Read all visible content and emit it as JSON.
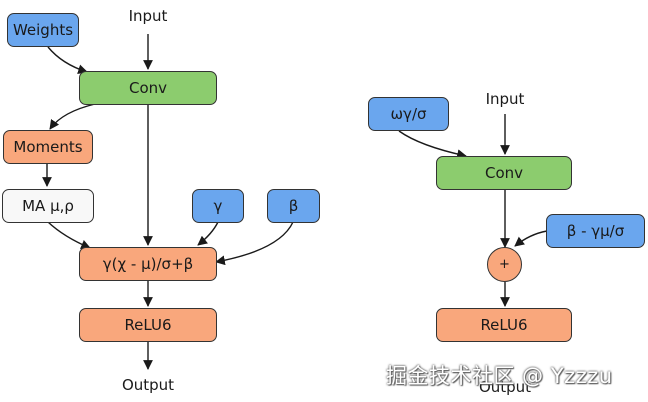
{
  "left_diagram": {
    "input_label": "Input",
    "weights_label": "Weights",
    "conv_label": "Conv",
    "moments_label": "Moments",
    "ma_label": "MA μ,ρ",
    "gamma_label": "γ",
    "beta_label": "β",
    "bn_formula_label": "γ(χ - μ)/σ+β",
    "relu_label": "ReLU6",
    "output_label": "Output"
  },
  "right_diagram": {
    "input_label": "Input",
    "scaled_weights_label": "ωγ/σ",
    "conv_label": "Conv",
    "bias_label": "β - γμ/σ",
    "add_label": "+",
    "relu_label": "ReLU6",
    "output_label": "Output"
  },
  "watermark": "掘金技术社区 @ Yzzzu",
  "colors": {
    "blue": "#6aa6ee",
    "green": "#8ccc6e",
    "orange": "#f9a77c",
    "white": "#f8f8f8",
    "stroke": "#333333"
  }
}
